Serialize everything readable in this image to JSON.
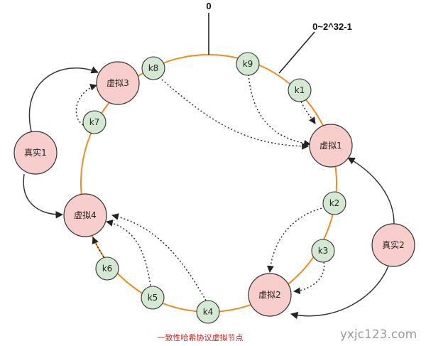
{
  "title_zero": "0",
  "range_label": "0~2^32-1",
  "caption": "一致性哈希协议虚拟节点",
  "watermark": "yxjc123.com",
  "colors": {
    "ring": "#f08c1e",
    "virtual_fill": "#f8cecc",
    "key_fill": "#d5e8d4",
    "stroke": "#333333",
    "caption": "#e11b1b"
  },
  "virtual_nodes": {
    "v1": "虚拟1",
    "v2": "虚拟2",
    "v3": "虚拟3",
    "v4": "虚拟4"
  },
  "real_nodes": {
    "r1": "真实1",
    "r2": "真实2"
  },
  "keys": {
    "k1": "k1",
    "k2": "k2",
    "k3": "k3",
    "k4": "k4",
    "k5": "k5",
    "k6": "k6",
    "k7": "k7",
    "k8": "k8",
    "k9": "k9"
  }
}
